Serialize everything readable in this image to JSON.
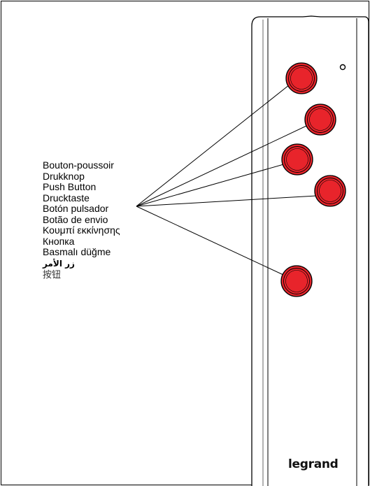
{
  "labels": [
    "Bouton-poussoir",
    "Drukknop",
    "Push Button",
    "Drucktaste",
    "Botón pulsador",
    "Botão de envio",
    "Κουμπί εκκίνησης",
    "Кнопка",
    "Basmalı düğme",
    "زر الأمر",
    "按钮"
  ],
  "brand": "legrand",
  "icons": {
    "buttons": "round-red-push-button-icon",
    "led": "indicator-led-icon"
  },
  "colors": {
    "button_fill": "#e8242b",
    "button_ring": "#000000",
    "line": "#000000"
  }
}
